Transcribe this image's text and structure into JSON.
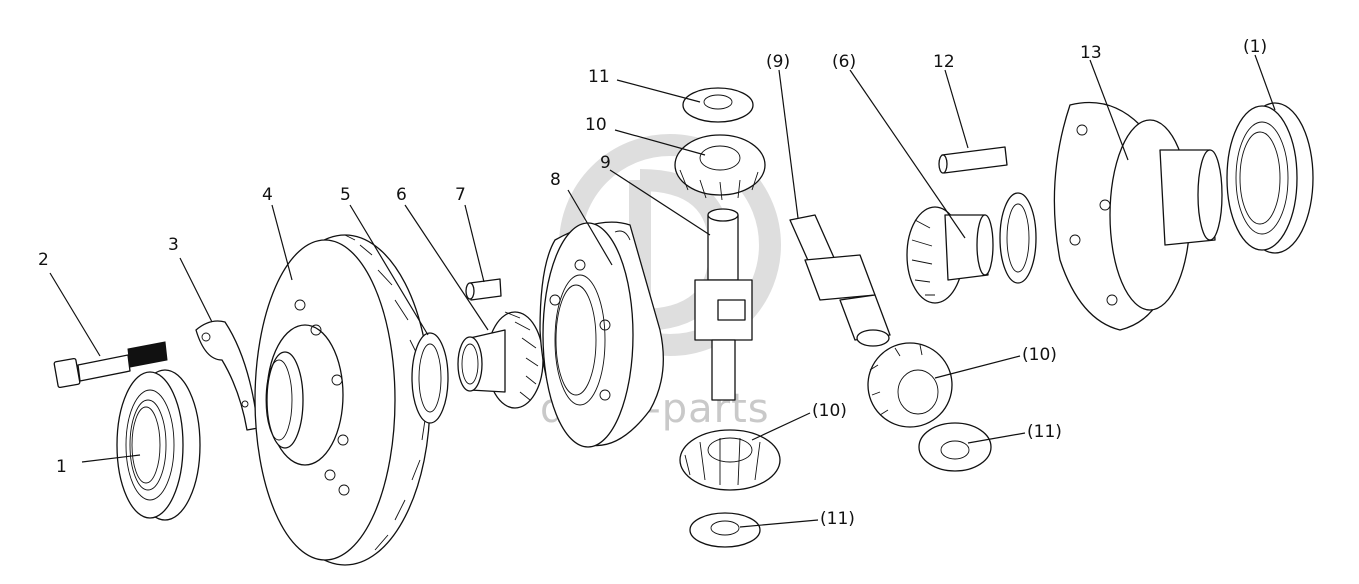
{
  "watermark": {
    "text": "delta-parts",
    "color": "#c9c9c9"
  },
  "labels": {
    "l1": "1",
    "l2": "2",
    "l3": "3",
    "l4": "4",
    "l5": "5",
    "l6": "6",
    "l7": "7",
    "l8": "8",
    "l9": "9",
    "l10": "10",
    "l11": "11",
    "l12": "12",
    "l13": "13",
    "r1": "(1)",
    "r6": "(6)",
    "r9": "(9)",
    "r10a": "(10)",
    "r10b": "(10)",
    "r11a": "(11)",
    "r11b": "(11)"
  }
}
